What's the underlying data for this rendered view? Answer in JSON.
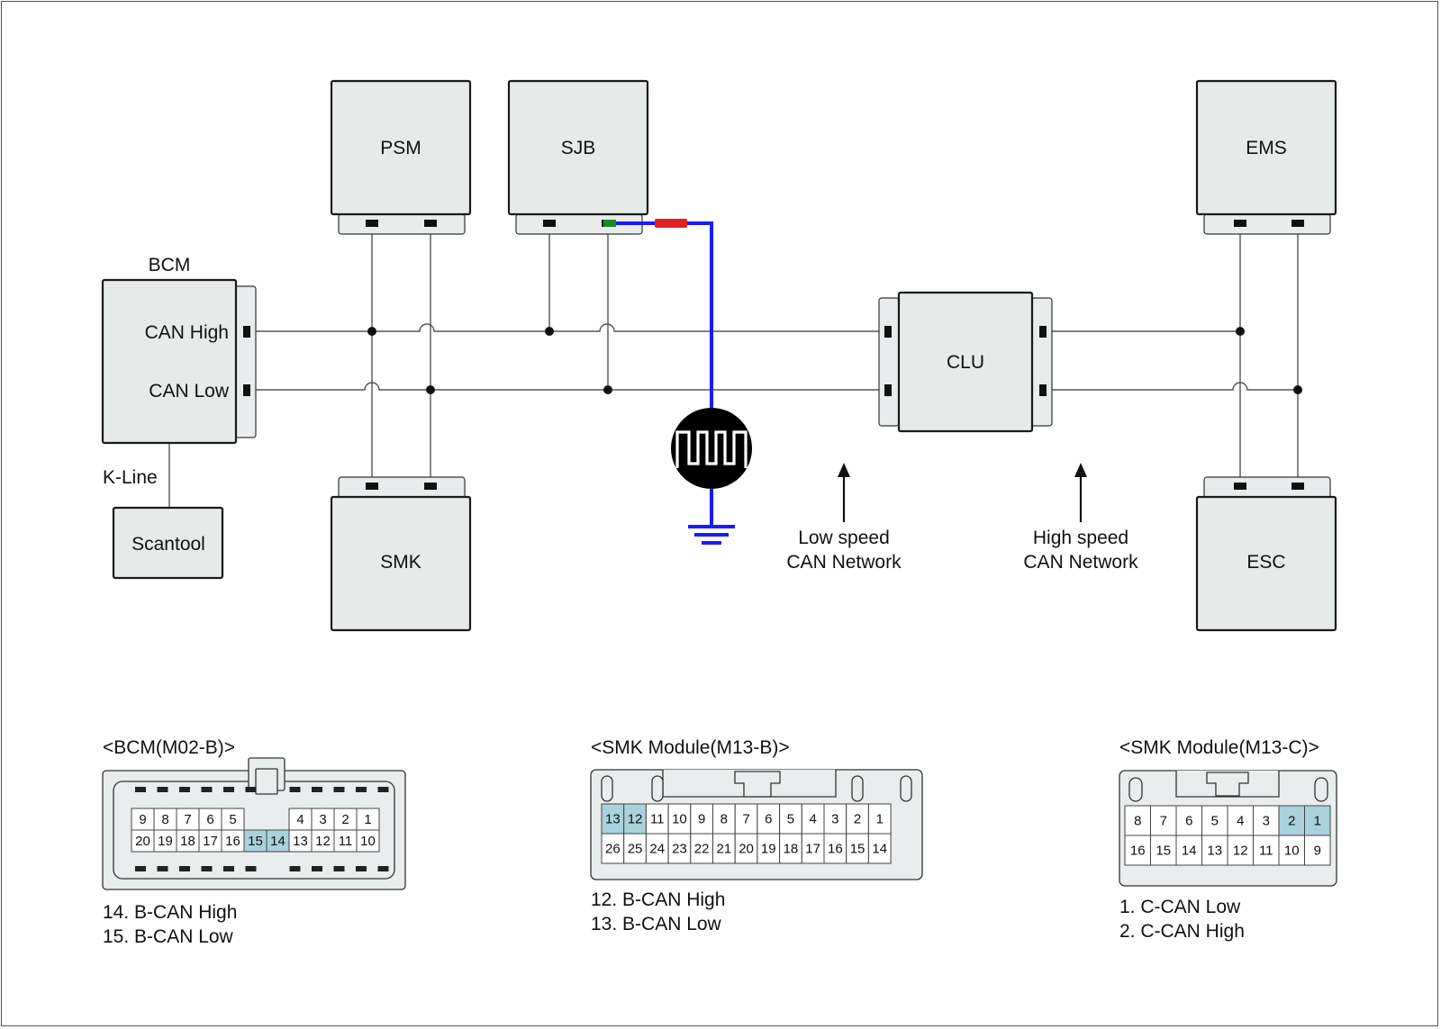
{
  "modules": {
    "psm": "PSM",
    "sjb": "SJB",
    "ems": "EMS",
    "bcm": "BCM",
    "clu": "CLU",
    "smk": "SMK",
    "esc": "ESC",
    "scantool": "Scantool"
  },
  "bcm_pins": {
    "can_high": "CAN High",
    "can_low": "CAN Low"
  },
  "k_line": "K-Line",
  "networks": {
    "low_speed": [
      "Low speed",
      "CAN Network"
    ],
    "high_speed": [
      "High speed",
      "CAN Network"
    ]
  },
  "probe_colors": {
    "wire": "#1a1aff",
    "tip_green": "#1a8a2a",
    "tip_red": "#e02020"
  },
  "connectors": {
    "bcm": {
      "title": "<BCM(M02-B)>",
      "row1": [
        "9",
        "8",
        "7",
        "6",
        "5",
        "",
        "",
        "4",
        "3",
        "2",
        "1"
      ],
      "row2": [
        "20",
        "19",
        "18",
        "17",
        "16",
        "15",
        "14",
        "13",
        "12",
        "11",
        "10"
      ],
      "highlighted": [
        "15",
        "14"
      ],
      "legend": [
        "14. B-CAN High",
        "15. B-CAN Low"
      ]
    },
    "smk_b": {
      "title": "<SMK Module(M13-B)>",
      "row1": [
        "13",
        "12",
        "11",
        "10",
        "9",
        "8",
        "7",
        "6",
        "5",
        "4",
        "3",
        "2",
        "1"
      ],
      "row2": [
        "26",
        "25",
        "24",
        "23",
        "22",
        "21",
        "20",
        "19",
        "18",
        "17",
        "16",
        "15",
        "14"
      ],
      "highlighted": [
        "13",
        "12"
      ],
      "legend": [
        "12. B-CAN High",
        "13. B-CAN Low"
      ]
    },
    "smk_c": {
      "title": "<SMK Module(M13-C)>",
      "row1": [
        "8",
        "7",
        "6",
        "5",
        "4",
        "3",
        "2",
        "1"
      ],
      "row2": [
        "16",
        "15",
        "14",
        "13",
        "12",
        "11",
        "10",
        "9"
      ],
      "highlighted": [
        "2",
        "1"
      ],
      "legend": [
        "1. C-CAN Low",
        "2. C-CAN High"
      ]
    }
  }
}
